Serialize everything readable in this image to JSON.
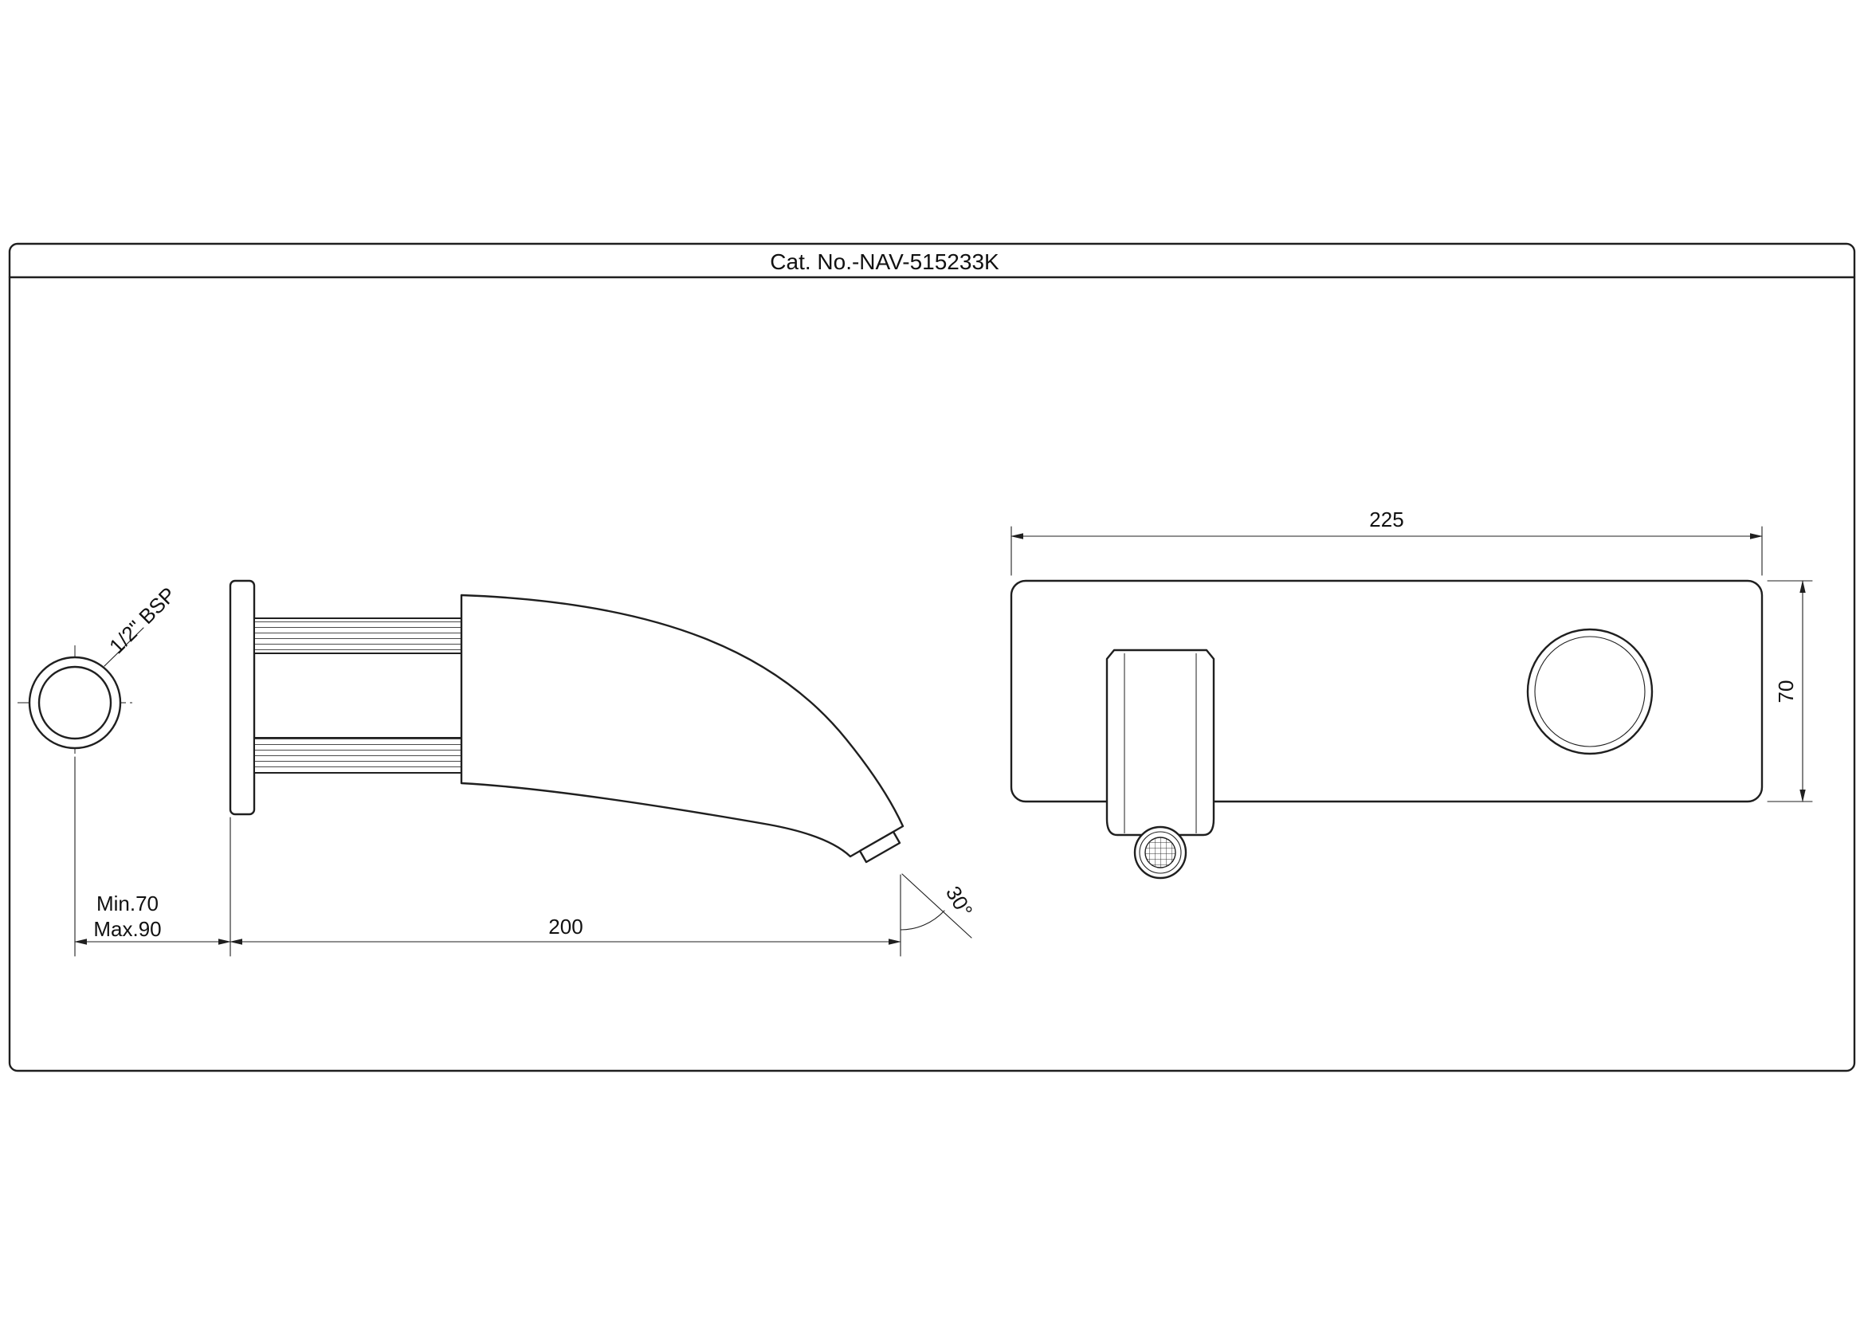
{
  "title_block": {
    "catalog_number": "Cat. No.-NAV-515233K"
  },
  "side_view": {
    "thread_label": "1/2\" BSP",
    "dims": {
      "wall_depth_min": "Min.70",
      "wall_depth_max": "Max.90",
      "spout_reach": "200",
      "spout_angle": "30°"
    }
  },
  "front_view": {
    "dims": {
      "plate_width": "225",
      "plate_height": "70"
    }
  },
  "colors": {
    "line": "#1f1f1f",
    "background": "#ffffff"
  }
}
